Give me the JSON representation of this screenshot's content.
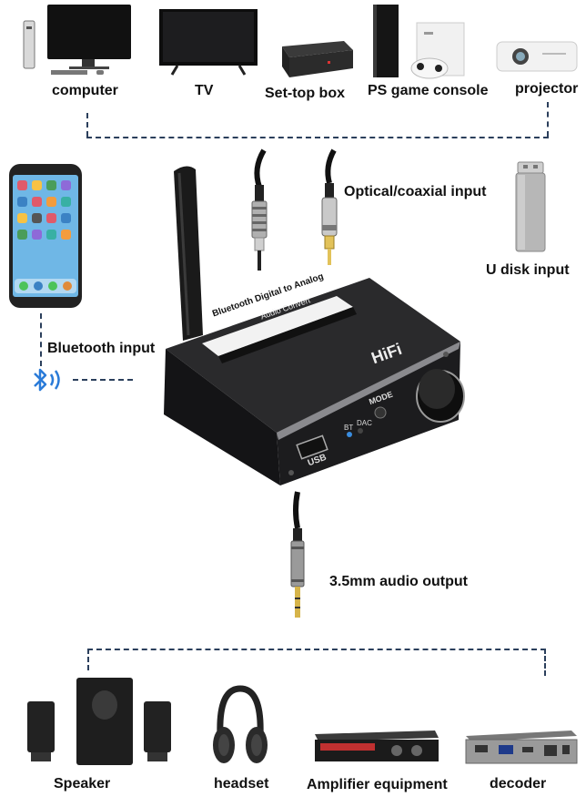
{
  "sources": {
    "computer": "computer",
    "tv": "TV",
    "settop": "Set-top box",
    "ps": "PS game console",
    "projector": "projector"
  },
  "inputs": {
    "optical": "Optical/coaxial input",
    "udisk": "U disk input",
    "bluetooth": "Bluetooth input"
  },
  "device": {
    "strip_line1": "Bluetooth Digital to Analog",
    "strip_line2": "Audio Convert",
    "brand": "HiFi",
    "mode": "MODE",
    "bt": "BT",
    "dac": "DAC",
    "usb": "USB"
  },
  "output": {
    "audio": "3.5mm audio output"
  },
  "outputs": {
    "speaker": "Speaker",
    "headset": "headset",
    "amplifier": "Amplifier equipment",
    "decoder": "decoder"
  },
  "colors": {
    "dash": "#2b3f5c",
    "device": "#1c1c1e",
    "bluetooth": "#2a7bd8"
  }
}
